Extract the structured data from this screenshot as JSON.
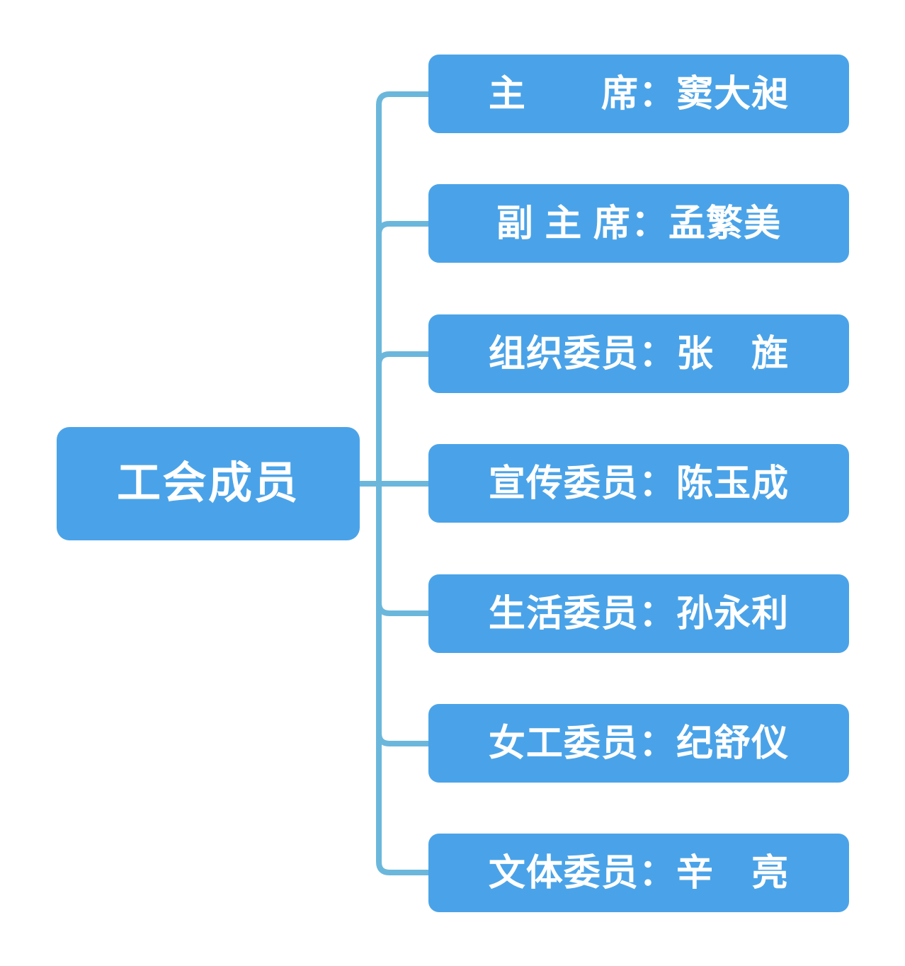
{
  "diagram": {
    "type": "org-chart",
    "title_node": {
      "label": "工会成员"
    },
    "colors": {
      "node_fill": "#4AA3E8",
      "node_text": "#FFFFFF",
      "connector_line": "#6BB7DC",
      "background": "#FFFFFF"
    },
    "members": [
      {
        "role": "主　　席",
        "name": "窦大昶",
        "label": "主　　席：窦大昶"
      },
      {
        "role": "副 主 席",
        "name": "孟繁美",
        "label": "副 主 席：孟繁美"
      },
      {
        "role": "组织委员",
        "name": "张　旌",
        "label": "组织委员：张　旌"
      },
      {
        "role": "宣传委员",
        "name": "陈玉成",
        "label": "宣传委员：陈玉成"
      },
      {
        "role": "生活委员",
        "name": "孙永利",
        "label": "生活委员：孙永利"
      },
      {
        "role": "女工委员",
        "name": "纪舒仪",
        "label": "女工委员：纪舒仪"
      },
      {
        "role": "文体委员",
        "name": "辛　亮",
        "label": "文体委员：辛　亮"
      }
    ]
  }
}
